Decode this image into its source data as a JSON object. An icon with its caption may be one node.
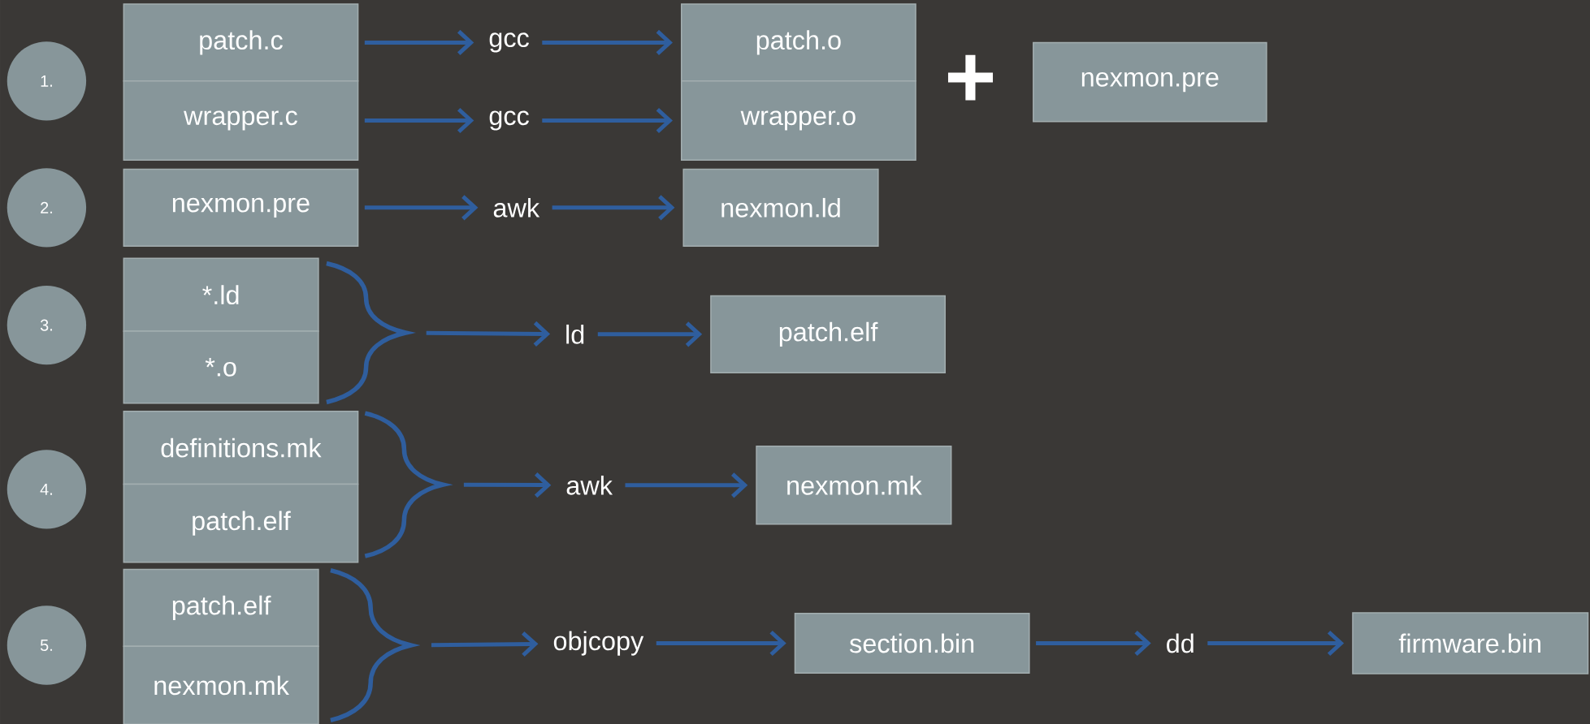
{
  "diagram": {
    "nodes": [
      {
        "text": [
          "1."
        ]
      },
      {
        "text": [
          "patch.c"
        ]
      },
      {
        "text": [
          "wrapper.c"
        ]
      },
      {
        "text": [
          "gcc"
        ]
      },
      {
        "text": [
          "gcc"
        ]
      },
      {
        "text": [
          "patch.o"
        ]
      },
      {
        "text": [
          "wrapper.o"
        ]
      },
      {
        "text": [
          "nexmon.pre"
        ]
      },
      {
        "text": [
          "2."
        ]
      },
      {
        "text": [
          "nexmon.pre"
        ]
      },
      {
        "text": [
          "awk"
        ]
      },
      {
        "text": [
          "nexmon.ld"
        ]
      },
      {
        "text": [
          "3."
        ]
      },
      {
        "text": [
          "*.ld"
        ]
      },
      {
        "text": [
          "*.o"
        ]
      },
      {
        "text": [
          "ld"
        ]
      },
      {
        "text": [
          "patch.elf"
        ]
      },
      {
        "text": [
          "4."
        ]
      },
      {
        "text": [
          "definitions.mk"
        ]
      },
      {
        "text": [
          "patch.elf"
        ]
      },
      {
        "text": [
          "awk"
        ]
      },
      {
        "text": [
          "nexmon.mk"
        ]
      },
      {
        "text": [
          "5."
        ]
      },
      {
        "text": [
          "patch.elf"
        ]
      },
      {
        "text": [
          "nexmon.mk"
        ]
      },
      {
        "text": [
          "objcopy"
        ]
      },
      {
        "text": [
          "section.bin"
        ]
      },
      {
        "text": [
          "dd"
        ]
      },
      {
        "text": [
          "firmware.bin"
        ]
      },
      {
        "text": [],
        "shape": "brace"
      },
      {
        "text": [],
        "shape": "brace"
      },
      {
        "text": [],
        "shape": "brace"
      }
    ],
    "edges": [
      {
        "from": 1,
        "to": 3,
        "arrow": "to"
      },
      {
        "from": 3,
        "to": 5,
        "arrow": "to"
      },
      {
        "from": 2,
        "to": 4,
        "arrow": "to"
      },
      {
        "from": 4,
        "to": 6,
        "arrow": "to"
      },
      {
        "from": 9,
        "to": 10,
        "arrow": "to"
      },
      {
        "from": 10,
        "to": 11,
        "arrow": "to"
      },
      {
        "from": 29,
        "to": 15,
        "arrow": "to"
      },
      {
        "from": 15,
        "to": 16,
        "arrow": "to"
      },
      {
        "from": 30,
        "to": 20,
        "arrow": "to"
      },
      {
        "from": 20,
        "to": 21,
        "arrow": "to"
      },
      {
        "from": 31,
        "to": 25,
        "arrow": "to"
      },
      {
        "from": 25,
        "to": 26,
        "arrow": "to"
      },
      {
        "from": 26,
        "to": 27,
        "arrow": "to"
      },
      {
        "from": 27,
        "to": 28,
        "arrow": "to"
      }
    ],
    "labels": [
      "+"
    ]
  }
}
